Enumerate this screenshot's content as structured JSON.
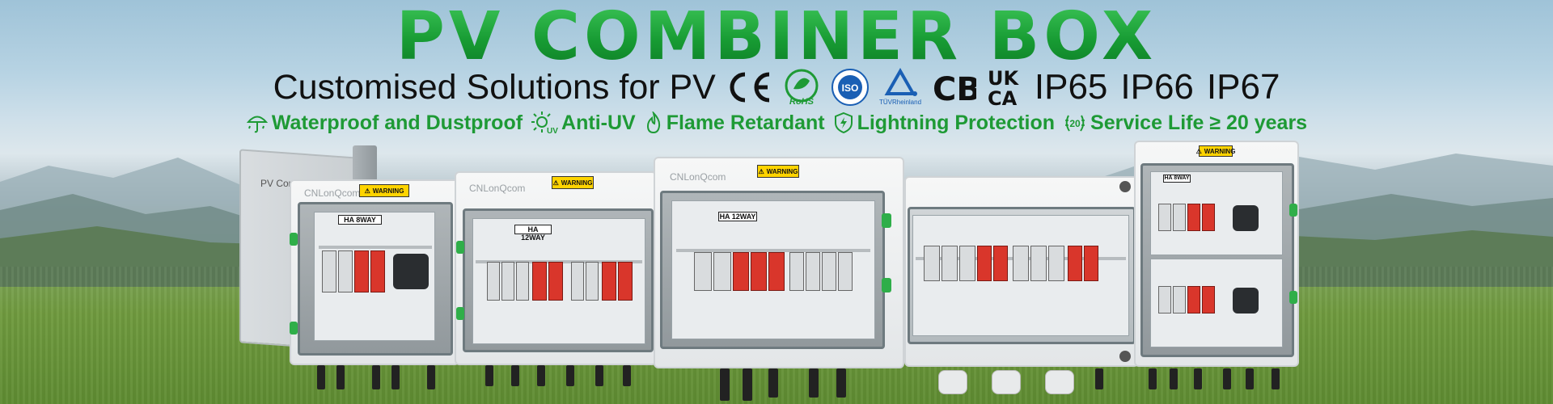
{
  "banner": {
    "title": "PV COMBINER BOX",
    "subtitle": "Customised Solutions for PV",
    "ip_ratings": [
      "IP65",
      "IP66",
      "IP67"
    ],
    "cert_marks": {
      "ce": "CE",
      "rohs": "RoHS",
      "iso": "ISO",
      "tuv": "TÜVRheinland",
      "cb": "CB",
      "ukca_top": "UK",
      "ukca_bottom": "CA"
    },
    "features": [
      {
        "icon": "umbrella-icon",
        "label": "Waterproof and Dustproof"
      },
      {
        "icon": "sun-uv-icon",
        "label": "Anti-UV"
      },
      {
        "icon": "flame-icon",
        "label": "Flame Retardant"
      },
      {
        "icon": "shield-lightning-icon",
        "label": "Lightning Protection"
      },
      {
        "icon": "laurel-20-icon",
        "label": "Service Life ≥ 20 years",
        "badge": "20"
      }
    ],
    "colors": {
      "title_green": "#1fa23a",
      "feature_green": "#1e9a35",
      "spd_red": "#d9362b",
      "hinge_green": "#2fae49"
    }
  },
  "products": {
    "side_box_label": "PV Combiner box",
    "brand": "CNLonQcom",
    "warning": "WARNING",
    "tags": [
      "HA 8WAY",
      "HA 12WAY",
      "HA 12WAY",
      "HA 8WAY"
    ]
  }
}
